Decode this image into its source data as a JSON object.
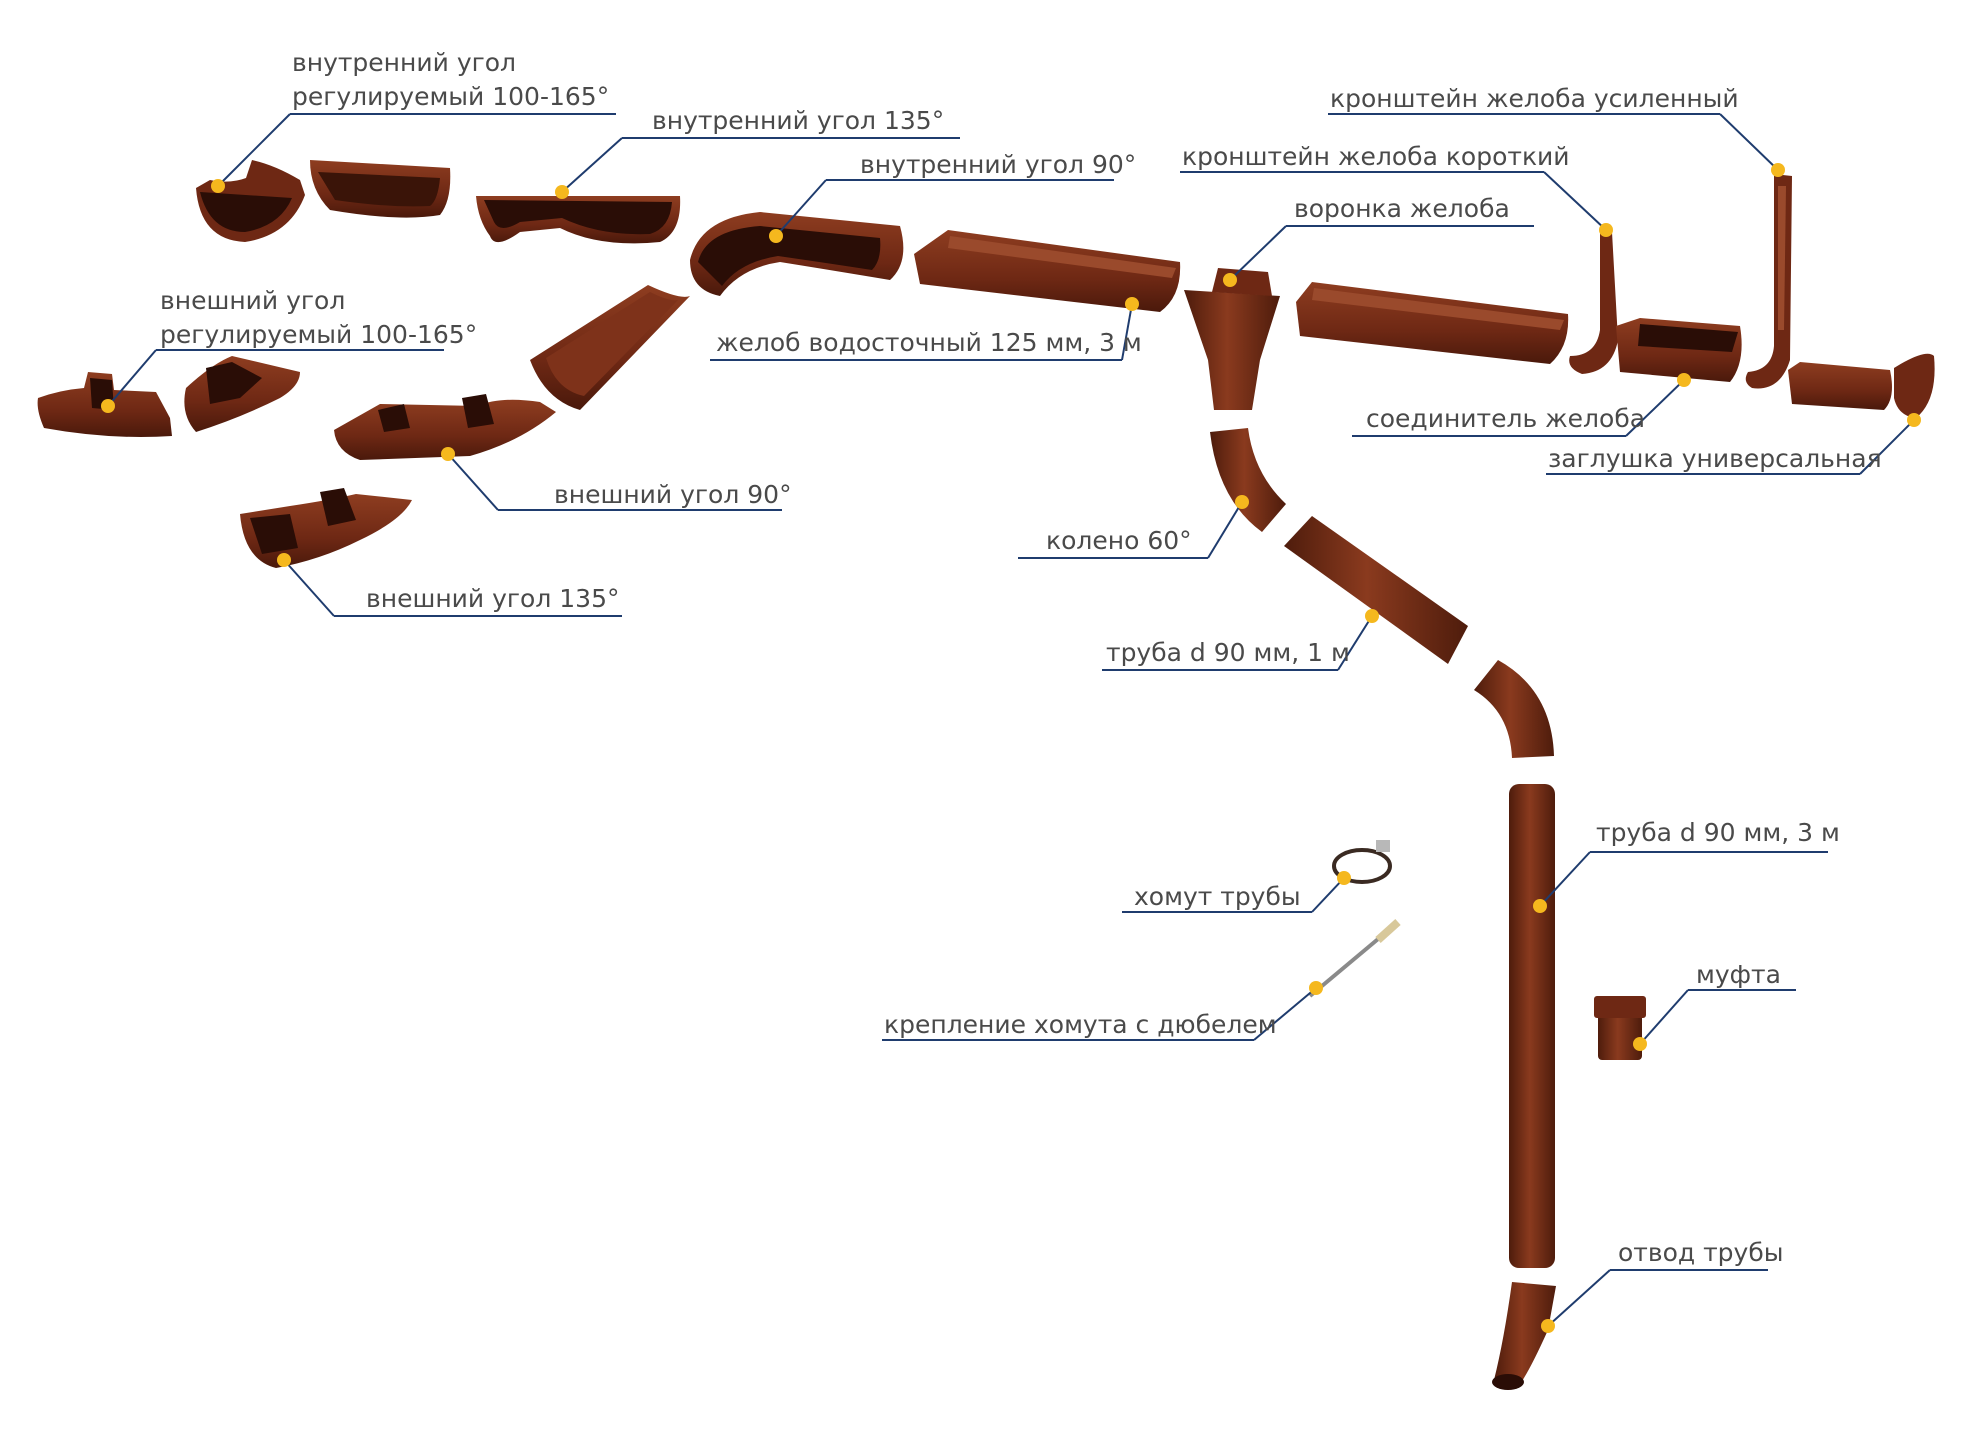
{
  "colors": {
    "part": "#7a2e17",
    "part_dark": "#4a1a0c",
    "part_inner": "#2a0d06",
    "part_light": "#9a4a2c",
    "leader": "#1f3c6e",
    "dot": "#f5b81e",
    "text": "#4a4a4a"
  },
  "labels": {
    "inner_corner_adj_1": "внутренний угол",
    "inner_corner_adj_2": "регулируемый 100-165°",
    "inner_corner_135": "внутренний угол 135°",
    "inner_corner_90": "внутренний угол 90°",
    "outer_corner_adj_1": "внешний угол",
    "outer_corner_adj_2": "регулируемый 100-165°",
    "gutter_125": "желоб водосточный 125 мм, 3 м",
    "outer_corner_90": "внешний угол 90°",
    "outer_corner_135": "внешний угол 135°",
    "bracket_reinforced": "кронштейн желоба усиленный",
    "bracket_short": "кронштейн желоба короткий",
    "gutter_funnel": "воронка желоба",
    "gutter_connector": "соединитель желоба",
    "universal_cap": "заглушка универсальная",
    "elbow_60": "колено 60°",
    "pipe_1m": "труба d 90 мм, 1 м",
    "pipe_3m": "труба d 90 мм, 3 м",
    "pipe_clamp": "хомут трубы",
    "coupling": "муфта",
    "clamp_fastener": "крепление хомута с дюбелем",
    "pipe_outlet": "отвод трубы"
  }
}
